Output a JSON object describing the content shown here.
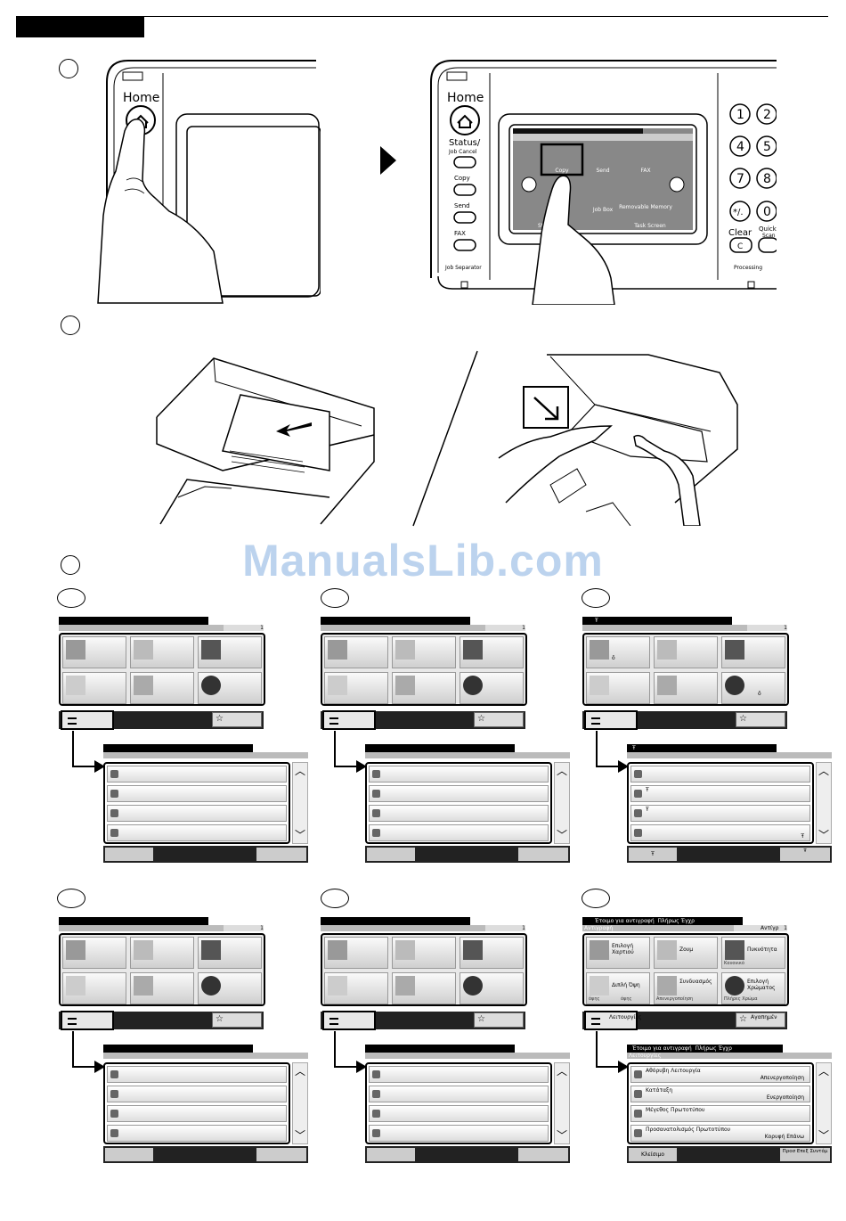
{
  "panel": {
    "home_label": "Home",
    "status_label": "Status/",
    "status_label2": "Job Cancel",
    "status_label_partial": "S",
    "status_label_partial2": "Jo",
    "copy_label": "Copy",
    "send_label": "Send",
    "fax_label": "FAX",
    "job_separator_label": "Job Separator",
    "clear_label": "Clear",
    "c_label": "C",
    "quick_scan_label": "Quick",
    "quick_scan_label2": "Scan",
    "processing_label": "Processing",
    "keys": [
      "1",
      "2",
      "4",
      "5",
      "7",
      "8",
      "*/.",
      "0"
    ]
  },
  "touchscreen": {
    "tiles": [
      "Copy",
      "Send",
      "FAX",
      "Job Box",
      "Removable Memory"
    ],
    "task_screen": "Task Screen",
    "status_short": "St"
  },
  "watermark": "ManualsLib.com",
  "screens_blank_labels": {
    "count": "1",
    "odd_char": "ŏ",
    "odd_char2": "Ŧ"
  },
  "greek": {
    "top_title": "Έτοιμο για αντιγραφή",
    "top_right": "Πλήρως Έγχρ",
    "subtitle": "Αντιγραφή",
    "copies_label": "Αντίγρ",
    "copies_value": "1",
    "tiles": [
      {
        "label": "Επιλογή Χαρτιού",
        "sub": ""
      },
      {
        "label": "Ζουμ",
        "sub": ""
      },
      {
        "label": "Πυκνότητα",
        "sub": "Κανονικό"
      },
      {
        "label": "Διπλή Όψη",
        "sub": "όψης"
      },
      {
        "label": "Συνδυασμός",
        "sub": "Απενεργοποίηση"
      },
      {
        "label": "Επιλογή Χρώματος",
        "sub": "Πλήρες Χρώμα"
      }
    ],
    "tile_sub_extra": "όψης",
    "functions_button": "Λειτουργίες",
    "favorites_button": "Αγαπημέν",
    "sub_title": "Έτοιμο για αντιγραφή",
    "sub_title_right": "Πλήρως Έγχρ",
    "sub_subtitle": "Λειτουργίες",
    "rows": [
      {
        "label": "Αθόρυβη Λειτουργία",
        "value": "Απενεργοποίηση"
      },
      {
        "label": "Κατάταξη",
        "value": "Ενεργοποίηση"
      },
      {
        "label": "Μέγεθος Πρωτοτύπου",
        "value": ""
      },
      {
        "label": "Προσανατολισμός Πρωτοτύπου",
        "value": "Κορυφή Επάνω"
      }
    ],
    "close_button": "Κλείσιμο",
    "add_button": "Προσ Επεξ Συντόμ"
  }
}
